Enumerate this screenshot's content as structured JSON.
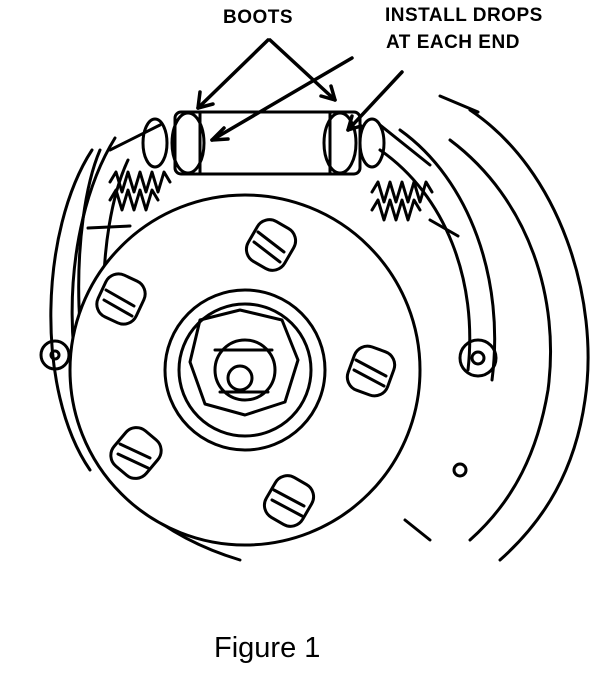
{
  "labels": {
    "boots": "BOOTS",
    "install_line1": "INSTALL DROPS",
    "install_line2": "AT EACH END"
  },
  "caption": "Figure 1"
}
